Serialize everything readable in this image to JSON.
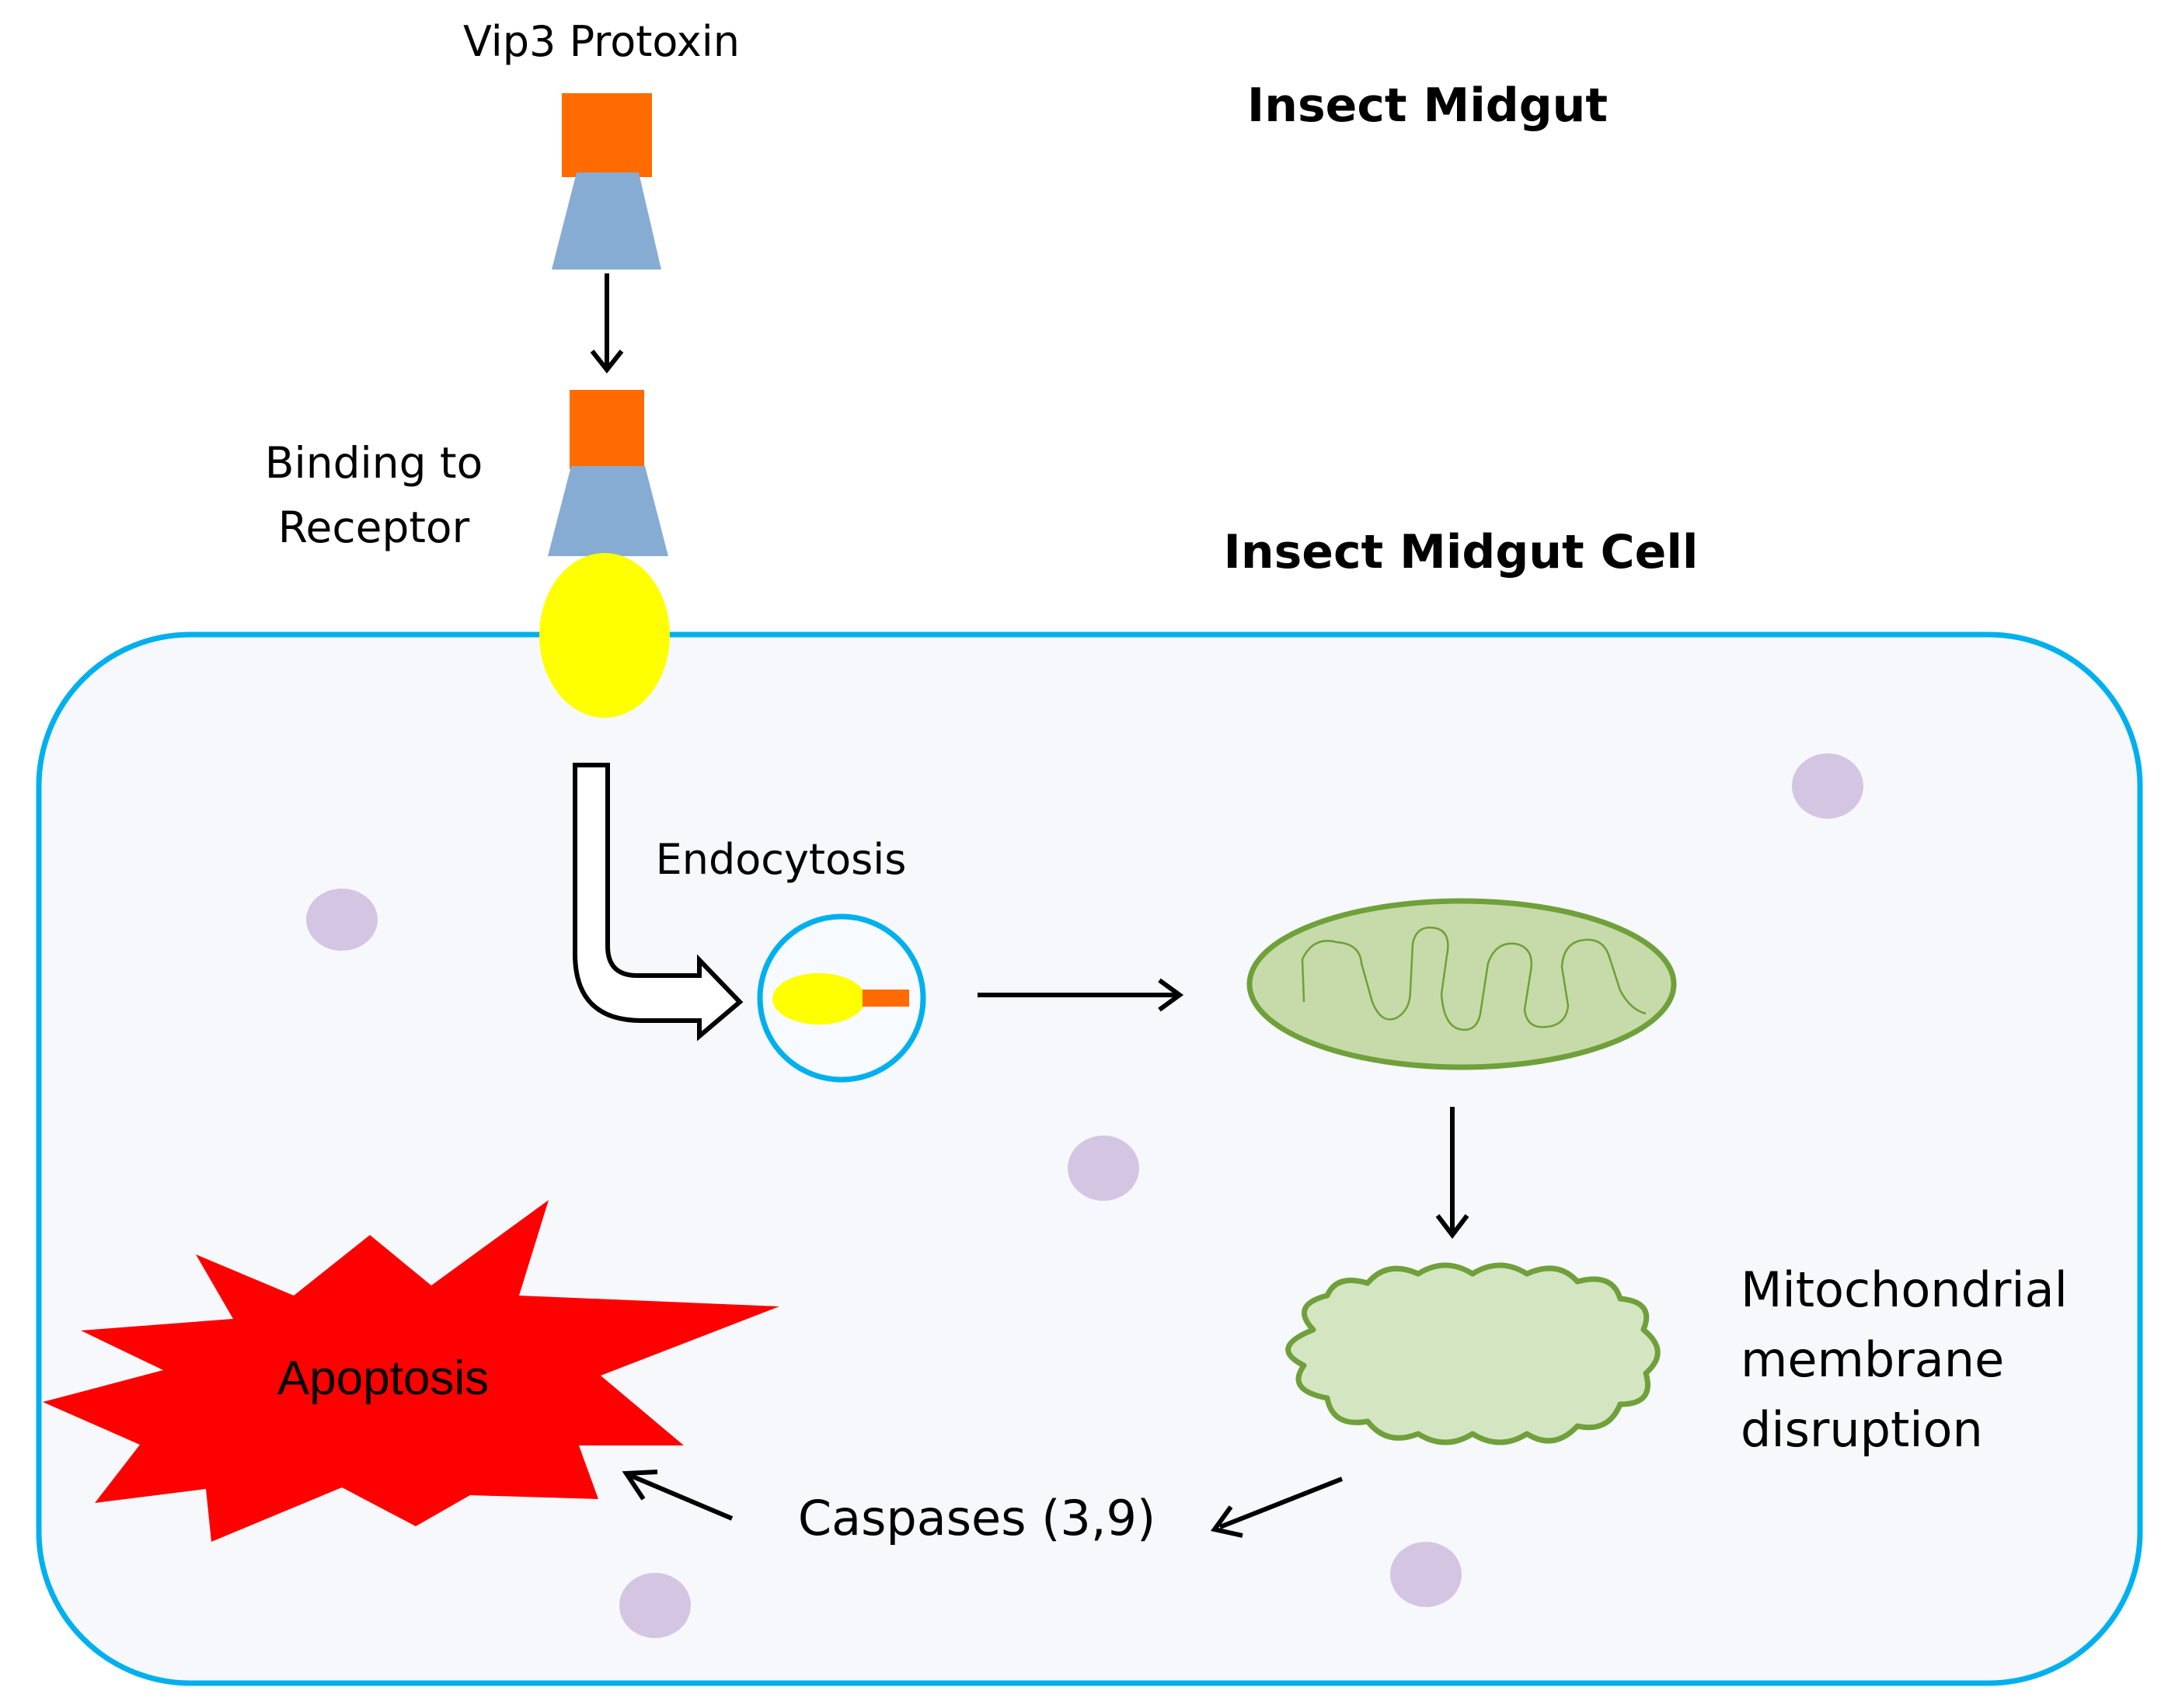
{
  "labels": {
    "protoxin": "Vip3 Protoxin",
    "insect_midgut": "Insect Midgut",
    "binding_line1": "Binding to",
    "binding_line2": "Receptor",
    "midgut_cell": "Insect Midgut Cell",
    "endocytosis": "Endocytosis",
    "mito_line1": "Mitochondrial",
    "mito_line2": "membrane",
    "mito_line3": "disruption",
    "caspases": "Caspases (3,9)",
    "apoptosis": "Apoptosis"
  },
  "colors": {
    "toxin_domain_orange": "#ff6b00",
    "toxin_domain_blue": "#86acd4",
    "receptor_yellow": "#ffff00",
    "cell_membrane": "#00b0ee",
    "cytoplasm_bg": "#f6f8fc",
    "vesicle_fill": "#f7faff",
    "organelle_purple": "#d4c6e2",
    "mitochondrion_fill": "#c6dba9",
    "mitochondrion_stroke": "#70a03a",
    "disrupted_fill": "#d4e5c1",
    "apoptosis_red": "#ff0000",
    "arrow": "#000000"
  }
}
